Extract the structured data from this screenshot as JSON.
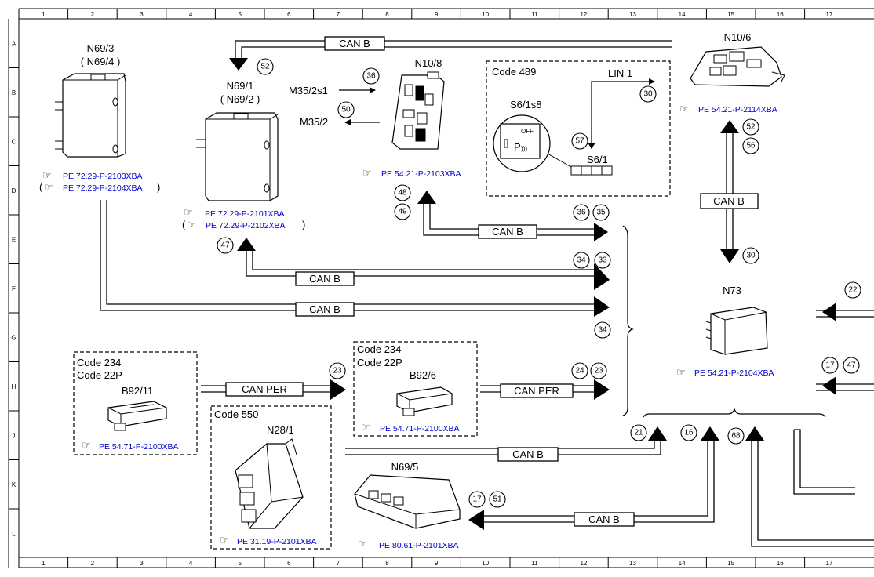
{
  "grid": {
    "columns": [
      "1",
      "2",
      "3",
      "4",
      "5",
      "6",
      "7",
      "8",
      "9",
      "10",
      "11",
      "12",
      "13",
      "14",
      "15",
      "16",
      "17"
    ],
    "rows": [
      "A",
      "B",
      "C",
      "D",
      "E",
      "F",
      "G",
      "H",
      "J",
      "K",
      "L"
    ]
  },
  "components": {
    "n69_3": {
      "name": "N69/3",
      "alt": "( N69/4 )",
      "ref1": "PE 72.29-P-2103XBA",
      "ref2": "PE 72.29-P-2104XBA"
    },
    "n69_1": {
      "name": "N69/1",
      "alt": "( N69/2 )",
      "ref1": "PE 72.29-P-2101XBA",
      "ref2": "PE 72.29-P-2102XBA"
    },
    "n10_8": {
      "name": "N10/8",
      "ref": "PE 54.21-P-2103XBA",
      "in_label": "M35/2s1",
      "out_label": "M35/2"
    },
    "n10_6": {
      "name": "N10/6",
      "ref": "PE 54.21-P-2114XBA"
    },
    "n73": {
      "name": "N73",
      "ref": "PE 54.21-P-2104XBA"
    },
    "b92_11": {
      "name": "B92/11",
      "code1": "Code 234",
      "code2": "Code 22P",
      "ref": "PE 54.71-P-2100XBA"
    },
    "b92_6": {
      "name": "B92/6",
      "code1": "Code 234",
      "code2": "Code 22P",
      "ref": "PE 54.71-P-2100XBA"
    },
    "n28_1": {
      "name": "N28/1",
      "code": "Code 550",
      "ref": "PE 31.19-P-2101XBA"
    },
    "n69_5": {
      "name": "N69/5",
      "ref": "PE 80.61-P-2101XBA"
    },
    "s6_1s8": {
      "code": "Code 489",
      "name": "S6/1s8",
      "connector": "S6/1",
      "lin": "LIN 1",
      "switch_off": "OFF",
      "switch_p": "P"
    }
  },
  "buses": {
    "can_b": "CAN B",
    "can_per": "CAN PER"
  },
  "badges": {
    "b52_top": "52",
    "b36": "36",
    "b50": "50",
    "b30_lin": "30",
    "b57": "57",
    "b52_right": "52",
    "b56": "56",
    "b30_n73": "30",
    "b48": "48",
    "b49": "49",
    "b36_e": "36",
    "b35_e": "35",
    "b47": "47",
    "b34_f": "34",
    "b33_f": "33",
    "b34_g": "34",
    "b23_left": "23",
    "b24": "24",
    "b23_right": "23",
    "b21": "21",
    "b16": "16",
    "b68": "68",
    "b17_n69": "17",
    "b51": "51",
    "b22": "22",
    "b17_r": "17",
    "b47_r": "47"
  }
}
